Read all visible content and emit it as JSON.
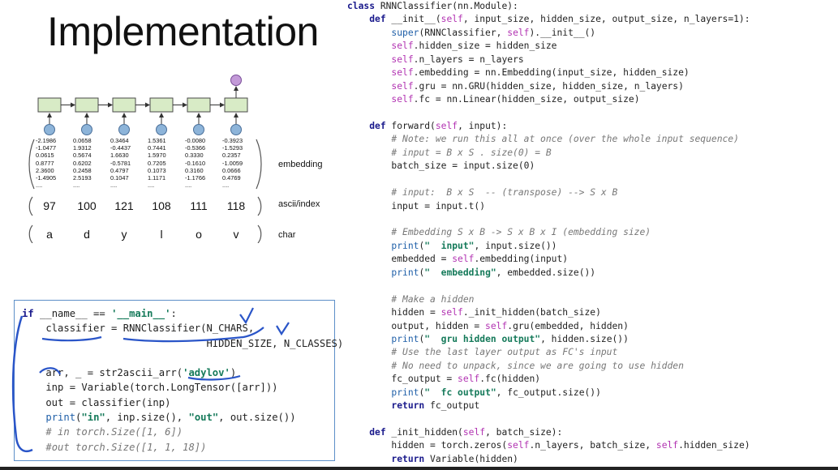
{
  "slide_title": "Implementation",
  "diagram": {
    "embedding_label": "embedding",
    "ascii_label": "ascii/index",
    "char_label": "char",
    "columns": [
      {
        "char": "a",
        "ascii": "97",
        "emb": "-2.1986\n-1.0477\n0.0615\n0.8777\n2.3600\n-1.4905\n...."
      },
      {
        "char": "d",
        "ascii": "100",
        "emb": "0.0658\n1.9312\n0.5674\n0.6202\n0.2458\n2.5193\n...."
      },
      {
        "char": "y",
        "ascii": "121",
        "emb": "0.3464\n-0.4437\n1.6630\n-0.5781\n0.4797\n0.1047\n...."
      },
      {
        "char": "l",
        "ascii": "108",
        "emb": "1.5361\n0.7441\n1.5970\n0.7205\n0.1073\n1.1171\n...."
      },
      {
        "char": "o",
        "ascii": "111",
        "emb": "-0.0080\n-0.5366\n0.3330\n-0.1610\n0.3160\n-1.1766\n...."
      },
      {
        "char": "v",
        "ascii": "118",
        "emb": "-0.3923\n-1.5293\n0.2357\n-1.0059\n0.0666\n0.4769\n...."
      }
    ]
  },
  "code_right": [
    "class RNNClassifier(nn.Module):",
    "    def __init__(self, input_size, hidden_size, output_size, n_layers=1):",
    "        super(RNNClassifier, self).__init__()",
    "        self.hidden_size = hidden_size",
    "        self.n_layers = n_layers",
    "        self.embedding = nn.Embedding(input_size, hidden_size)",
    "        self.gru = nn.GRU(hidden_size, hidden_size, n_layers)",
    "        self.fc = nn.Linear(hidden_size, output_size)",
    "",
    "    def forward(self, input):",
    "        # Note: we run this all at once (over the whole input sequence)",
    "        # input = B x S . size(0) = B",
    "        batch_size = input.size(0)",
    "",
    "        # input:  B x S  -- (transpose) --> S x B",
    "        input = input.t()",
    "",
    "        # Embedding S x B -> S x B x I (embedding size)",
    "        print(\"  input\", input.size())",
    "        embedded = self.embedding(input)",
    "        print(\"  embedding\", embedded.size())",
    "",
    "        # Make a hidden",
    "        hidden = self._init_hidden(batch_size)",
    "        output, hidden = self.gru(embedded, hidden)",
    "        print(\"  gru hidden output\", hidden.size())",
    "        # Use the last layer output as FC's input",
    "        # No need to unpack, since we are going to use hidden",
    "        fc_output = self.fc(hidden)",
    "        print(\"  fc output\", fc_output.size())",
    "        return fc_output",
    "",
    "    def _init_hidden(self, batch_size):",
    "        hidden = torch.zeros(self.n_layers, batch_size, self.hidden_size)",
    "        return Variable(hidden)"
  ],
  "code_main": [
    "if __name__ == '__main__':",
    "    classifier = RNNClassifier(N_CHARS,",
    "                               HIDDEN_SIZE, N_CLASSES)",
    "",
    "    arr, _ = str2ascii_arr('adylov')",
    "    inp = Variable(torch.LongTensor([arr]))",
    "    out = classifier(inp)",
    "    print(\"in\", inp.size(), \"out\", out.size())",
    "    # in torch.Size([1, 6])",
    "    #out torch.Size([1, 1, 18])"
  ]
}
